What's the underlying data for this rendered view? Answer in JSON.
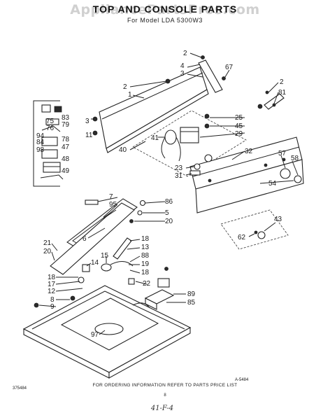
{
  "watermark": "AppliancePartsPros.com",
  "title": "TOP AND CONSOLE PARTS",
  "subtitle": "For Model LDA 5300W3",
  "callouts": {
    "c2a": "2",
    "c4": "4",
    "c3": "3",
    "c67": "67",
    "c2b": "2",
    "c1": "1",
    "c2c": "2",
    "c81": "81",
    "c25": "25",
    "c45": "45",
    "c29": "29",
    "c83": "83",
    "c75": "75",
    "c79": "79",
    "c76": "76",
    "c94": "94",
    "c78": "78",
    "c84": "84",
    "c47": "47",
    "c98": "98",
    "c48": "48",
    "c49": "49",
    "c3b": "3",
    "c11": "11",
    "c41": "41",
    "c40": "40",
    "c32": "32",
    "c57": "57",
    "c58": "58",
    "c23": "23",
    "c31": "31",
    "c54": "54",
    "c7": "7",
    "c95": "95",
    "c86": "86",
    "c5": "5",
    "c20a": "20",
    "c6": "6",
    "c43": "43",
    "c62": "62",
    "c21": "21",
    "c20b": "20",
    "c18a": "18",
    "c13": "13",
    "c15": "15",
    "c88": "88",
    "c19": "19",
    "c14": "14",
    "c18b": "18",
    "c17": "17",
    "c12": "12",
    "c22": "22",
    "c8": "8",
    "c9": "9",
    "c89": "89",
    "c85": "85",
    "c97": "97"
  },
  "figure_code": "A-5484",
  "footer_note": "FOR ORDERING INFORMATION REFER TO PARTS PRICE LIST",
  "page_code": "375484",
  "page_mark": "8",
  "handwritten": "41-F-4"
}
